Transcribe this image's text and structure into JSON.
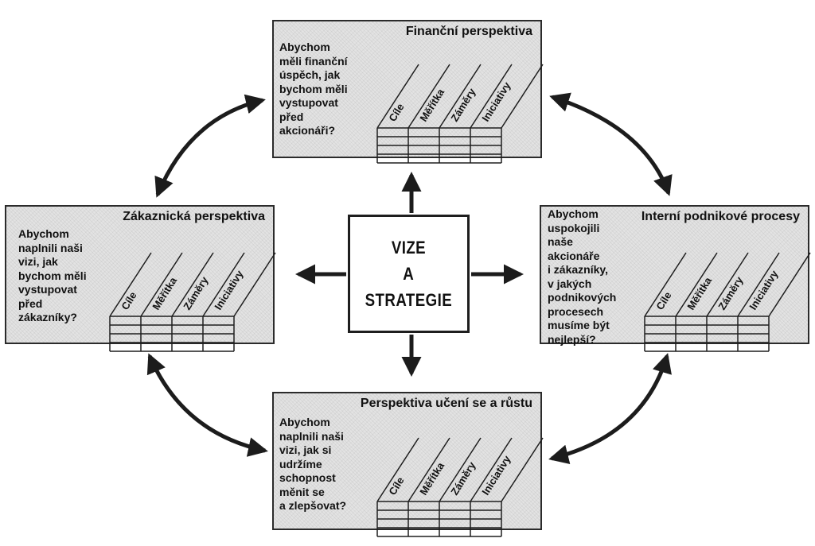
{
  "center": {
    "lines": [
      "VIZE",
      "A",
      "STRATEGIE"
    ]
  },
  "columns": [
    "Cíle",
    "Měřítka",
    "Záměry",
    "Iniciativy"
  ],
  "perspectives": {
    "financial": {
      "title": "Finanční perspektiva",
      "question": "Abychom\nměli finanční\núspěch, jak\nbychom měli\nvystupovat\npřed\nakcionáři?"
    },
    "customer": {
      "title": "Zákaznická perspektiva",
      "question": "Abychom\nnaplnili naši\nvizi, jak\nbychom měli\nvystupovat\npřed\nzákazníky?"
    },
    "internal": {
      "title": "Interní podnikové procesy",
      "question": "Abychom\nuspokojili\nnaše\nakcionáře\ni zákazníky,\nv jakých\npodnikových\nprocesech\nmusíme být\nnejlepší?"
    },
    "learning": {
      "title": "Perspektiva učení se a růstu",
      "question": "Abychom\nnaplnili naši\nvizi, jak si\nudržíme\nschopnost\nměnit se\na zlepšovat?"
    }
  }
}
